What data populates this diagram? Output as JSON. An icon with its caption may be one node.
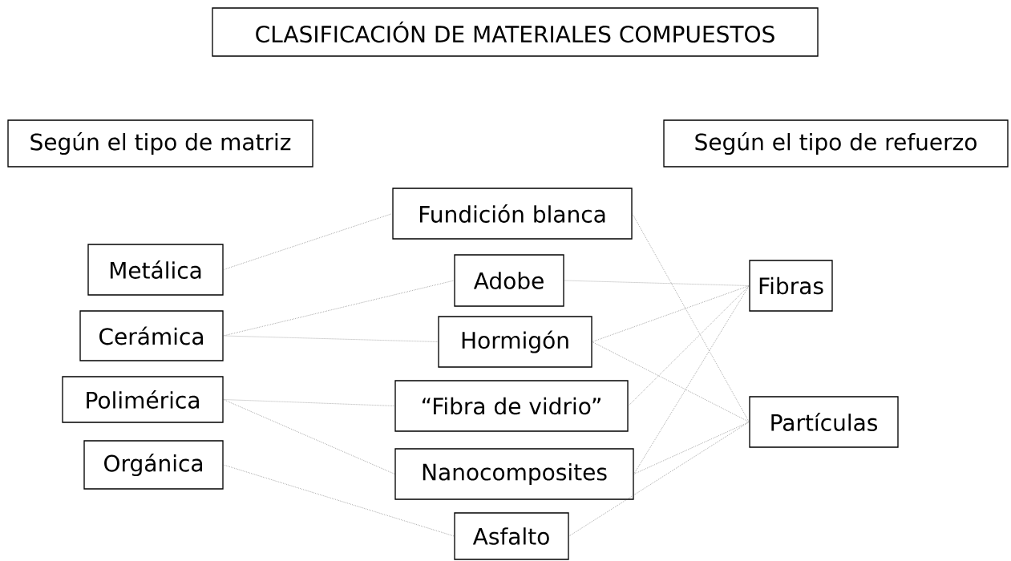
{
  "diagram": {
    "nodes": [
      {
        "text": [
          "CLASIFICACIÓN DE MATERIALES COMPUESTOS"
        ]
      },
      {
        "text": [
          "Según el tipo de matriz"
        ]
      },
      {
        "text": [
          "Según el tipo de refuerzo"
        ]
      },
      {
        "text": [
          "Metálica"
        ]
      },
      {
        "text": [
          "Cerámica"
        ]
      },
      {
        "text": [
          "Polimérica"
        ]
      },
      {
        "text": [
          "Orgánica"
        ]
      },
      {
        "text": [
          "Fundición blanca"
        ]
      },
      {
        "text": [
          "Adobe"
        ]
      },
      {
        "text": [
          "Hormigón"
        ]
      },
      {
        "text": [
          "“Fibra de vidrio”"
        ]
      },
      {
        "text": [
          "Nanocomposites"
        ]
      },
      {
        "text": [
          "Asfalto"
        ]
      },
      {
        "text": [
          "Fibras"
        ]
      },
      {
        "text": [
          "Partículas"
        ]
      }
    ],
    "edges": [
      {
        "from": 3,
        "to": 7,
        "arrow": "none"
      },
      {
        "from": 4,
        "to": 8,
        "arrow": "none"
      },
      {
        "from": 4,
        "to": 9,
        "arrow": "none"
      },
      {
        "from": 5,
        "to": 10,
        "arrow": "none"
      },
      {
        "from": 5,
        "to": 11,
        "arrow": "none"
      },
      {
        "from": 6,
        "to": 12,
        "arrow": "none"
      },
      {
        "from": 7,
        "to": 14,
        "arrow": "none"
      },
      {
        "from": 8,
        "to": 13,
        "arrow": "none"
      },
      {
        "from": 9,
        "to": 13,
        "arrow": "none"
      },
      {
        "from": 9,
        "to": 14,
        "arrow": "none"
      },
      {
        "from": 10,
        "to": 13,
        "arrow": "none"
      },
      {
        "from": 11,
        "to": 13,
        "arrow": "none"
      },
      {
        "from": 11,
        "to": 14,
        "arrow": "none"
      },
      {
        "from": 12,
        "to": 14,
        "arrow": "none"
      }
    ]
  }
}
